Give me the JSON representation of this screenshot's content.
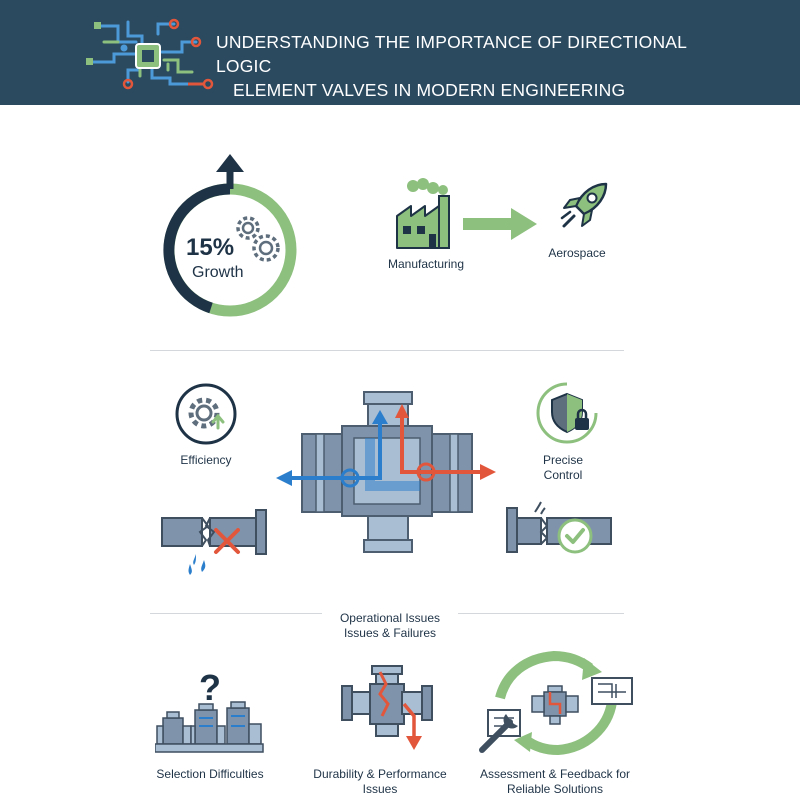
{
  "header": {
    "title_line1": "UNDERSTANDING THE IMPORTANCE OF DIRECTIONAL LOGIC",
    "title_line2": "ELEMENT VALVES IN MODERN ENGINEERING"
  },
  "growth": {
    "percent": "15%",
    "label": "Growth",
    "progress_fraction": 0.55
  },
  "industries": {
    "from_label": "Manufacturing",
    "to_label": "Aerospace"
  },
  "benefits": {
    "efficiency_label": "Efficiency",
    "control_line1": "Precise",
    "control_line2": "Control"
  },
  "issues_section": {
    "title_line1": "Operational Issues",
    "title_line2": "Issues & Failures"
  },
  "challenges": {
    "selection_label": "Selection Difficulties",
    "durability_line1": "Durability & Performance",
    "durability_line2": "Issues",
    "assessment_line1": "Assessment & Feedback for",
    "assessment_line2": "Reliable Solutions"
  },
  "icons": {
    "logo": "circuit-chip-icon",
    "growth": "gear-pair-icon",
    "factory": "factory-icon",
    "arrow": "arrow-right-icon",
    "rocket": "rocket-icon",
    "efficiency": "gear-up-arrow-icon",
    "control": "shield-lock-icon",
    "valve": "directional-valve-icon",
    "broken_pipe": "broken-pipe-icon",
    "fixed_pipe": "fixed-pipe-icon",
    "selection": "valves-question-icon",
    "durability": "cracked-valve-icon",
    "assessment": "cycle-wrench-blueprint-icon"
  },
  "colors": {
    "header_bg": "#2b4a60",
    "navy": "#1f3347",
    "green": "#8dc07e",
    "blue": "#2a7ecb",
    "red": "#e2573b",
    "steel": "#7f93ab",
    "steel_light": "#a9bdd3"
  }
}
